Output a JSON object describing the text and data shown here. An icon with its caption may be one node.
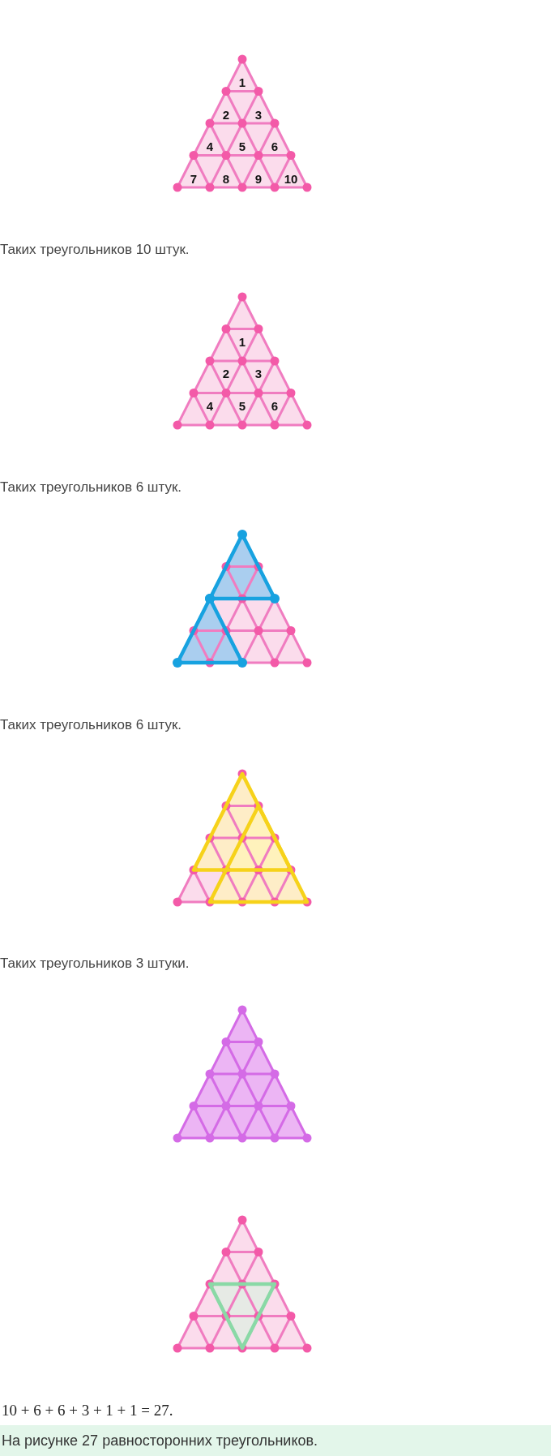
{
  "diagram": {
    "labels": [
      "1",
      "2",
      "3",
      "4",
      "5",
      "6",
      "7",
      "8",
      "9",
      "10",
      "Таких треугольников 10 штук.",
      "1",
      "2",
      "3",
      "4",
      "5",
      "6",
      "Таких треугольников 6 штук.",
      "Таких треугольников 6 штук.",
      "Таких треугольников 3 штуки.",
      "10 + 6 + 6 + 3 + 1 + 1 = 27.",
      "На рисунке 27 равносторонних треугольников."
    ]
  }
}
